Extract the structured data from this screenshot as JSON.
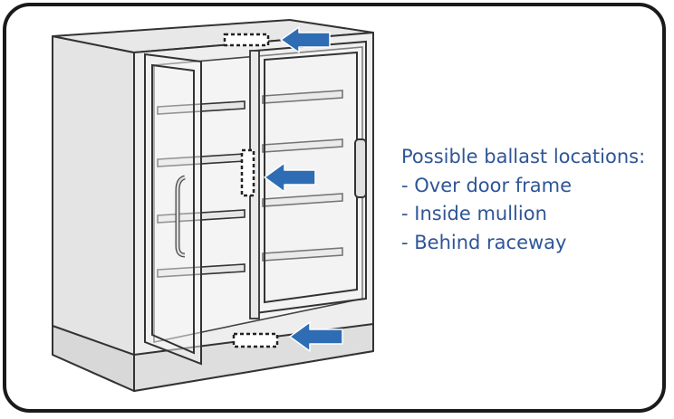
{
  "caption": {
    "title": "Possible ballast locations:",
    "items": [
      "- Over door frame",
      "- Inside mullion",
      "- Behind raceway"
    ]
  },
  "colors": {
    "arrow": "#2e6db4",
    "caption_text": "#2f5597",
    "cabinet_fill": "#ececec",
    "outline": "#333333"
  },
  "icons": {
    "arrow": "left-arrow",
    "ballast_marker": "dashed-rectangle"
  }
}
